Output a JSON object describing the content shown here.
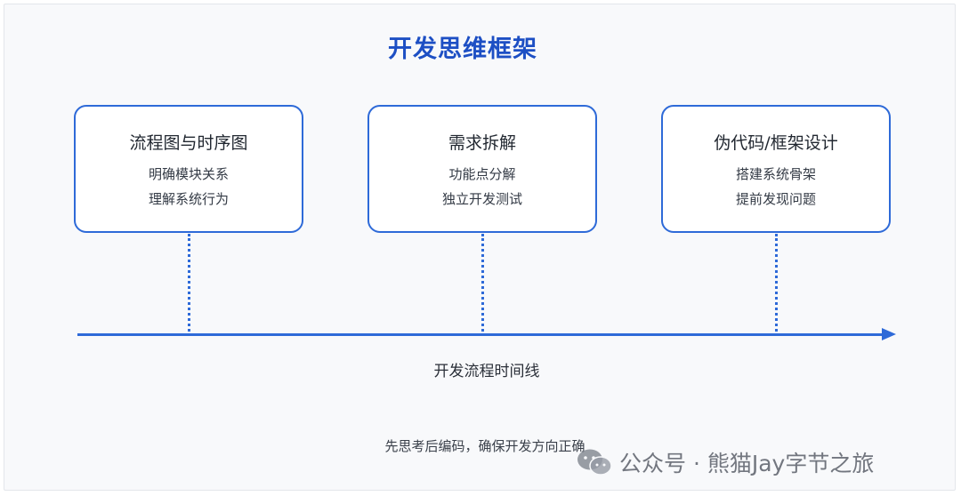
{
  "diagram": {
    "title": "开发思维框架",
    "stages": [
      {
        "heading": "流程图与时序图",
        "line1": "明确模块关系",
        "line2": "理解系统行为"
      },
      {
        "heading": "需求拆解",
        "line1": "功能点分解",
        "line2": "独立开发测试"
      },
      {
        "heading": "伪代码/框架设计",
        "line1": "搭建系统骨架",
        "line2": "提前发现问题"
      }
    ],
    "axis_label": "开发流程时间线",
    "footer": "先思考后编码，确保开发方向正确"
  },
  "watermark": {
    "text": "公众号 · 熊猫Jay字节之旅",
    "icon": "wechat-icon"
  },
  "colors": {
    "accent": "#2e6ad8",
    "title": "#1d4fc4",
    "background": "#f8f9fb"
  }
}
